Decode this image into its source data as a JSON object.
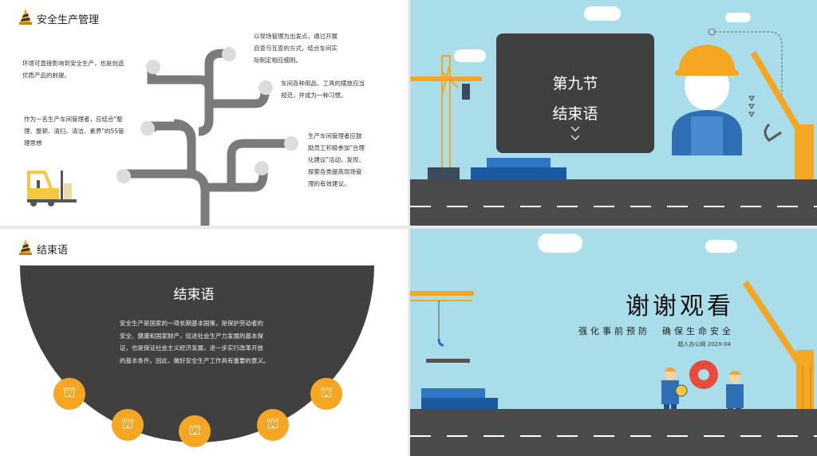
{
  "slide1": {
    "title": "安全生产管理",
    "icon": "traffic-cone-icon",
    "texts": [
      [
        "以现场管理为出发点，通过开展",
        "自查与互查的方式，结合车间实",
        "际制定相应细则。"
      ],
      [
        "环境可直接影响到安全生产，也是创造",
        "优质产品的前提。"
      ],
      [
        "车间各种用品、工具的摆放应当",
        "规范，并成为一种习惯。"
      ],
      [
        "作为一名生产车间管理者，应结合\"整",
        "理、整顿、清扫、清洁、素养\"的5S管",
        "理思想"
      ],
      [
        "生产车间管理者应鼓",
        "励员工积极参加\"合理",
        "化建议\"活动，发现、",
        "探索各类提高现场管",
        "理的有效建议。"
      ]
    ]
  },
  "slide2": {
    "section": "第九节",
    "title": "结束语"
  },
  "slide3": {
    "header": "结束语",
    "heading": "结束语",
    "body": [
      "安全生产是国家的一项长期基本国策，是保护劳动者的",
      "安全、健康和国家财产，促进社会生产力发展的基本保",
      "证，也是保证社会主义经济发展，进一步实行改革开放",
      "的基本条件。因此，做好安全生产工作具有重要的意义。"
    ]
  },
  "slide4": {
    "title": "谢谢观看",
    "subtitle": "强化事前预防  确保生命安全",
    "footer": "超人办公网 202X-04"
  },
  "colors": {
    "accent": "#f5a623",
    "dark": "#404040",
    "sky": "#a9dde9",
    "branch": "#7a7a7a"
  }
}
